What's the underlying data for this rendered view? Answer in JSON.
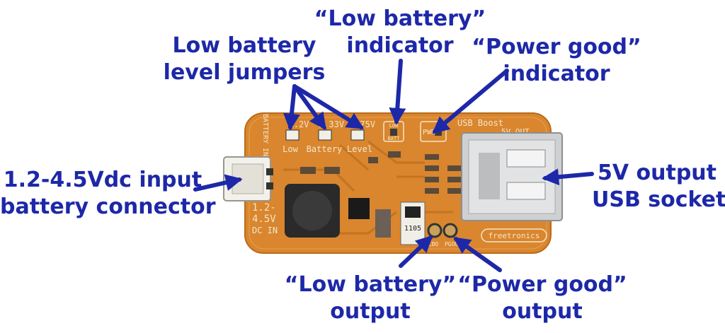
{
  "callouts": {
    "low_batt_jumpers": [
      "Low battery",
      "level jumpers"
    ],
    "low_batt_indicator": [
      "“Low battery”",
      "indicator"
    ],
    "power_good_indicator": [
      "“Power good”",
      "indicator"
    ],
    "input": [
      "1.2-4.5Vdc input",
      "battery connector"
    ],
    "usb_output": [
      "5V output",
      "USB socket"
    ],
    "low_batt_output": [
      "“Low battery”",
      "output"
    ],
    "power_good_output": [
      "“Power good”",
      "output"
    ]
  },
  "board_silkscreen": {
    "jumper_values": [
      "1.2V",
      "2.33V",
      "3.75V"
    ],
    "jumper_caption": [
      "Low",
      "Battery",
      "Level"
    ],
    "batt_input": "BATTERY INPUT",
    "dc_in": [
      "1.2-",
      "4.5V",
      "DC IN"
    ],
    "lowbatt_led": [
      "LOW",
      "BATT"
    ],
    "pwr_led": "PWR",
    "usb_boost": "USB Boost",
    "five_v_out": "5V OUT",
    "brand": "freetronics",
    "inductor_code": "1105",
    "pad_labels": [
      "LBO",
      "PGOOD"
    ]
  },
  "colors": {
    "callout_text": "#1d28a8",
    "arrow": "#1d28a8",
    "pcb": "#d9862f",
    "silkscreen": "#f4e6c8"
  }
}
